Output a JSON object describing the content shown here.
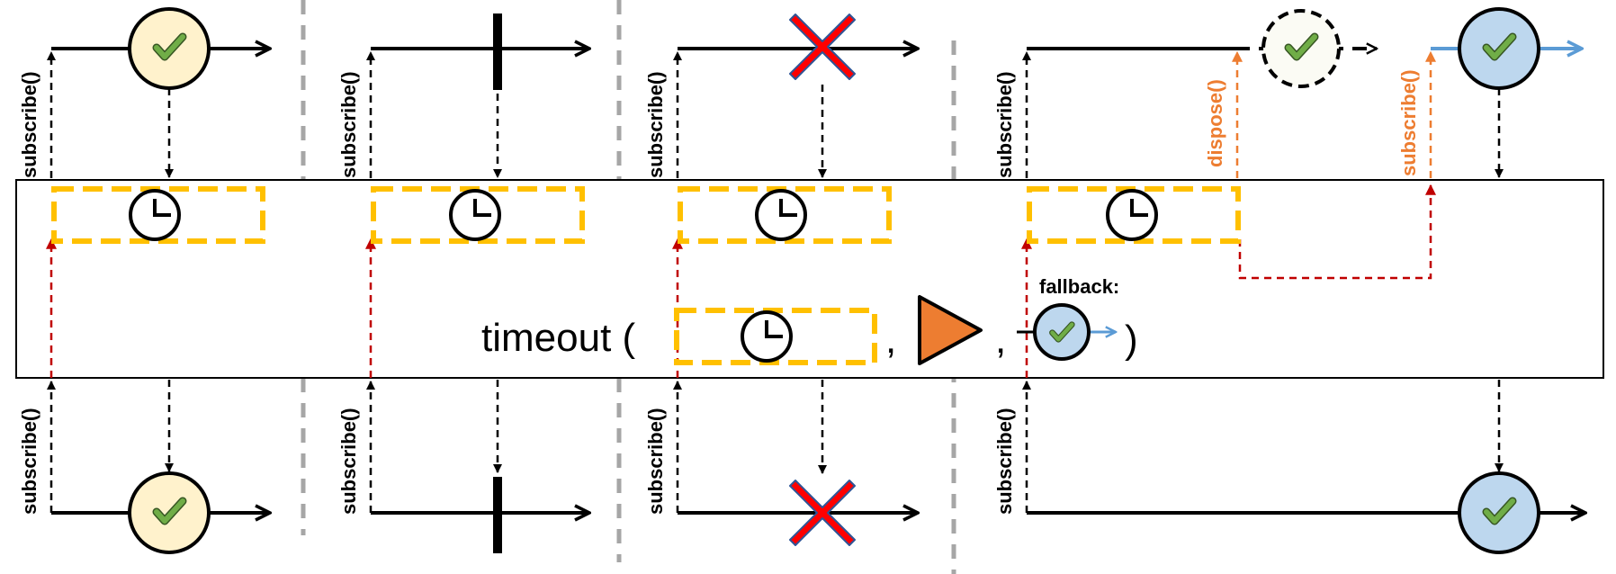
{
  "labels": {
    "subscribe": "subscribe()",
    "dispose": "dispose()",
    "fallback": "fallback:",
    "operator_name": "timeout (",
    "comma": ",",
    "close_paren": ")"
  },
  "colors": {
    "black": "#000000",
    "red_arrow": "#c00000",
    "orange": "#ed7d31",
    "timer_box": "#ffc000",
    "check_green": "#70ad47",
    "cream_circle": "#fff2cc",
    "blue_circle": "#bdd7ee",
    "blue_line": "#5b9bd5",
    "cross_red": "#ff0000",
    "divider_gray": "#a6a6a6"
  },
  "icons": [
    "check-icon",
    "clock-icon",
    "cross-icon",
    "play-triangle-icon",
    "terminate-bar-icon"
  ]
}
